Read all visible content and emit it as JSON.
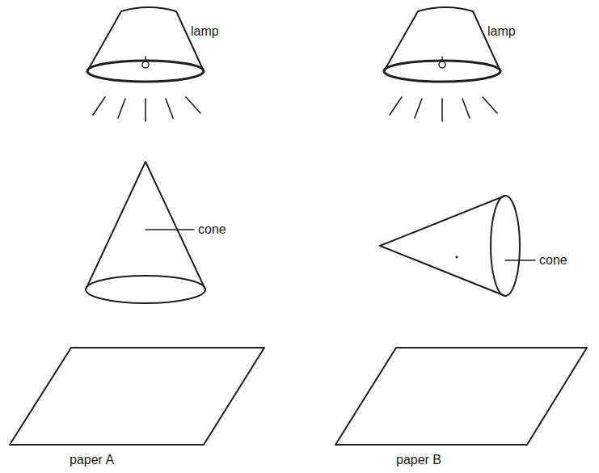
{
  "diagram": {
    "labels": [
      "lamp",
      "lamp",
      "cone",
      "cone",
      "paper A",
      "paper B"
    ]
  }
}
